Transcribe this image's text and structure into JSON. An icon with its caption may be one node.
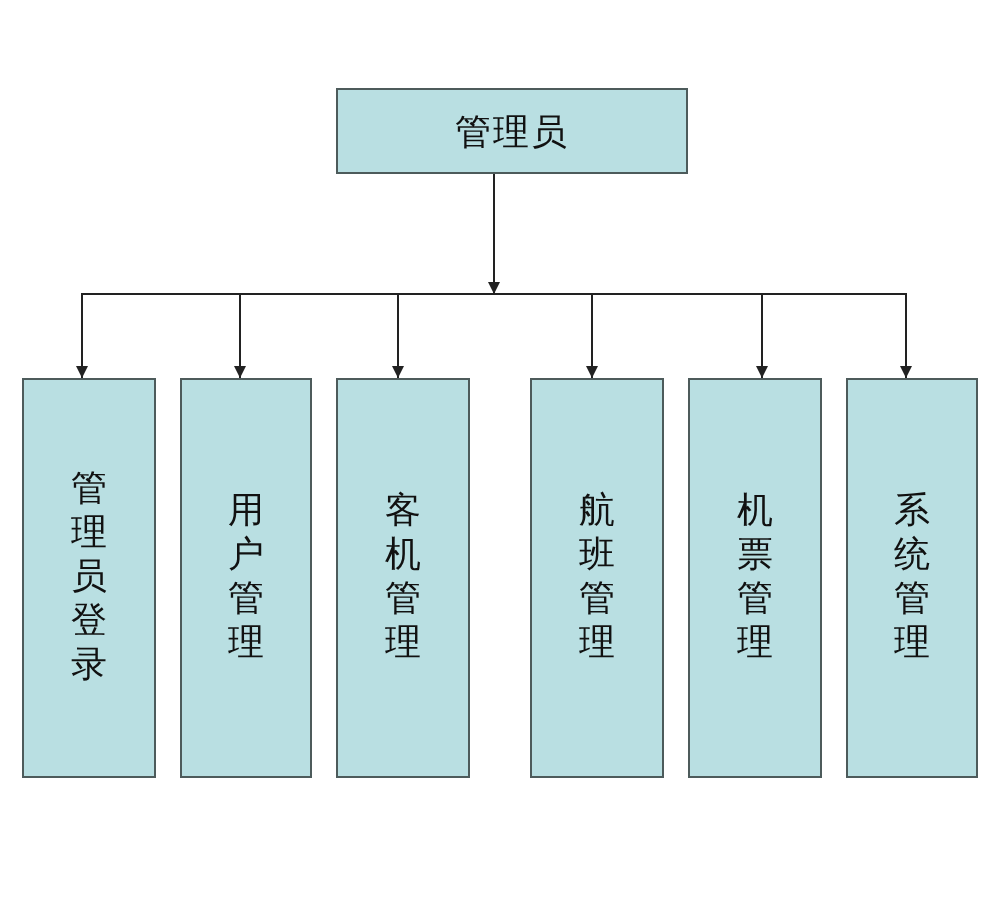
{
  "diagram": {
    "nodes": [
      {
        "text": [
          "管理员"
        ]
      },
      {
        "text": [
          "管理员登录"
        ]
      },
      {
        "text": [
          "用户管理"
        ]
      },
      {
        "text": [
          "客机管理"
        ]
      },
      {
        "text": [
          "航班管理"
        ]
      },
      {
        "text": [
          "机票管理"
        ]
      },
      {
        "text": [
          "系统管理"
        ]
      }
    ],
    "edges": [
      {
        "from": 0,
        "to": 1,
        "arrow": "to"
      },
      {
        "from": 0,
        "to": 2,
        "arrow": "to"
      },
      {
        "from": 0,
        "to": 3,
        "arrow": "to"
      },
      {
        "from": 0,
        "to": 4,
        "arrow": "to"
      },
      {
        "from": 0,
        "to": 5,
        "arrow": "to"
      },
      {
        "from": 0,
        "to": 6,
        "arrow": "to"
      }
    ]
  }
}
